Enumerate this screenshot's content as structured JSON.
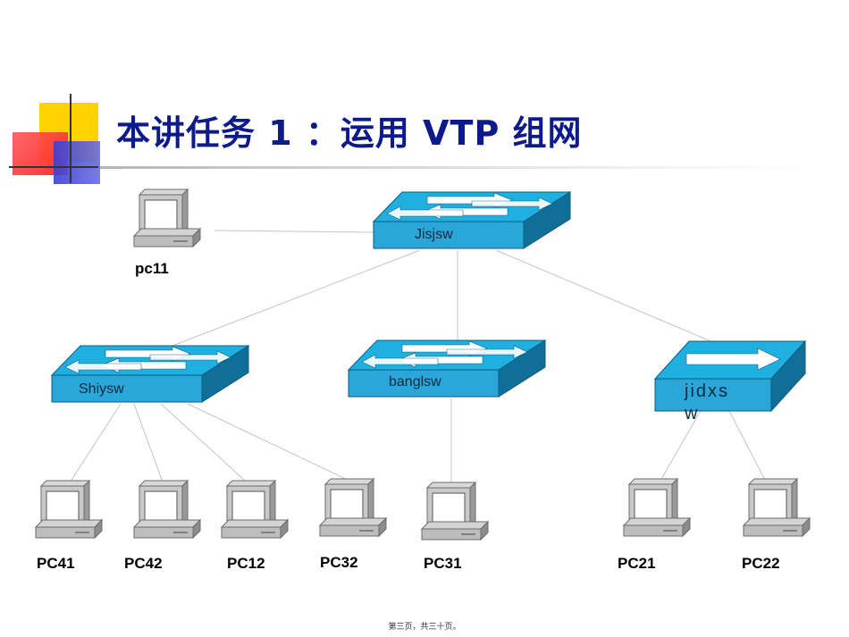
{
  "title": "本讲任务 1 ：运用 VTP 组网",
  "footer": "第三页，共三十页。",
  "colors": {
    "title": "#0d1a8c",
    "switch_top": "#1fb0e0",
    "switch_front": "#2aa7d8",
    "switch_side": "#0f6f98",
    "deco_yellow": "#ffd200",
    "deco_red": "#ff2a2a",
    "deco_blue": "#3a3fd1"
  },
  "switches": [
    {
      "id": "jisjsw",
      "label": "Jisjsw",
      "icon": "switch-icon"
    },
    {
      "id": "shiysw",
      "label": "Shiysw",
      "icon": "switch-icon"
    },
    {
      "id": "banglsw",
      "label": "banglsw",
      "icon": "switch-icon"
    },
    {
      "id": "jidxsw",
      "label_line1": "jidxs",
      "label_line2": "w",
      "icon": "router-switch-icon"
    }
  ],
  "pcs": [
    {
      "id": "pc11",
      "label": "pc11"
    },
    {
      "id": "pc41",
      "label": "PC41"
    },
    {
      "id": "pc42",
      "label": "PC42"
    },
    {
      "id": "pc12",
      "label": "PC12"
    },
    {
      "id": "pc32",
      "label": "PC32"
    },
    {
      "id": "pc31",
      "label": "PC31"
    },
    {
      "id": "pc21",
      "label": "PC21"
    },
    {
      "id": "pc22",
      "label": "PC22"
    }
  ]
}
